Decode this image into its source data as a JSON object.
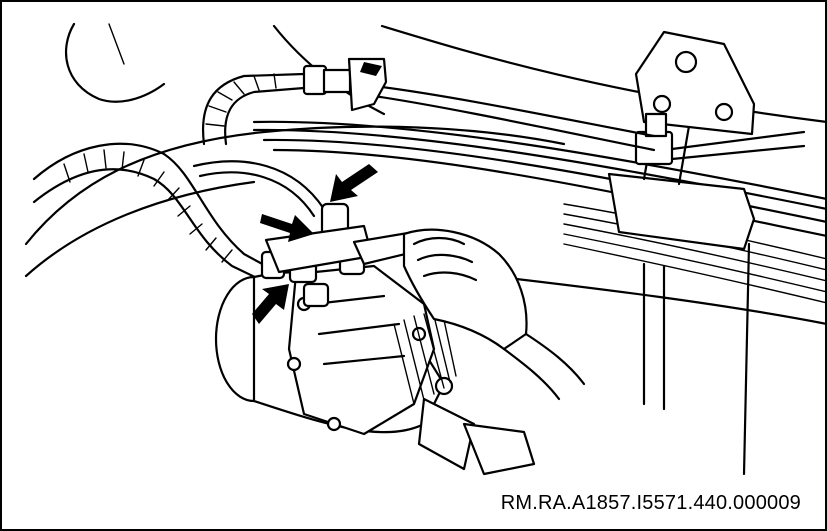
{
  "figure": {
    "reference_code": "RM.RA.A1857.I5571.440.000009",
    "subject": "hose connections on a leaf-spring mounted component",
    "callout_arrow_count": 3,
    "colors": {
      "line": "#000000",
      "background": "#ffffff"
    }
  }
}
